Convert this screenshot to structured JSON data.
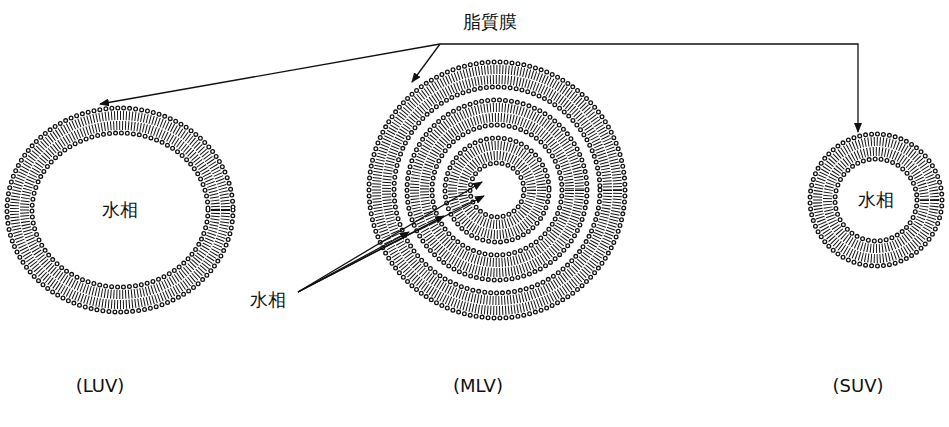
{
  "diagram": {
    "labels": [
      "脂質膜",
      "水相",
      "水相",
      "水相",
      "(LUV)",
      "(MLV)",
      "(SUV)"
    ]
  }
}
